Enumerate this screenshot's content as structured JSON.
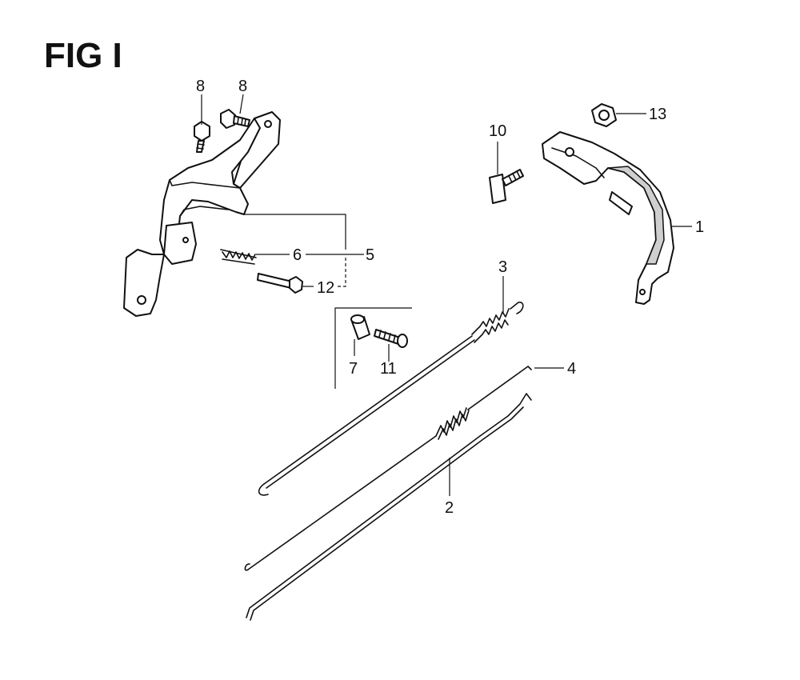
{
  "figure": {
    "title": "FIG I",
    "callouts": {
      "p1": "1",
      "p2": "2",
      "p3": "3",
      "p4": "4",
      "p5": "5",
      "p6": "6",
      "p7": "7",
      "p8a": "8",
      "p8b": "8",
      "p10": "10",
      "p11": "11",
      "p12": "12",
      "p13": "13"
    }
  }
}
